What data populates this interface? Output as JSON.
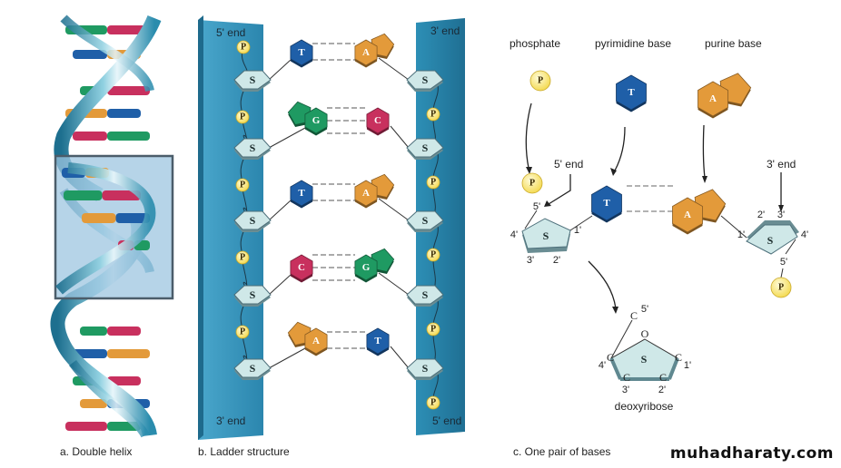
{
  "colors": {
    "strand": "#2f8db5",
    "strand_dark": "#1f6f93",
    "sugar": "#cfe8e8",
    "sugar_edge": "#4d6f7a",
    "phosphate": "#fbe97a",
    "thymine": "#1f5fa8",
    "adenine": "#e39a3a",
    "guanine": "#1f9a62",
    "cytosine": "#c8305e",
    "highlight_box": "#9ec6e0"
  },
  "panel_a": {
    "caption": "a. Double helix"
  },
  "panel_b": {
    "caption": "b. Ladder structure",
    "left_strand": {
      "top_label": "5' end",
      "bottom_label": "3' end"
    },
    "right_strand": {
      "top_label": "3' end",
      "bottom_label": "5' end"
    },
    "sugar_label": "S",
    "phosphate_label": "P",
    "pairs": [
      {
        "left": "T",
        "right": "A"
      },
      {
        "left": "G",
        "right": "C"
      },
      {
        "left": "T",
        "right": "A"
      },
      {
        "left": "C",
        "right": "G"
      },
      {
        "left": "A",
        "right": "T"
      }
    ]
  },
  "panel_c": {
    "caption": "c. One pair of bases",
    "legend": {
      "phosphate": "phosphate",
      "pyrimidine": "pyrimidine base",
      "purine": "purine base"
    },
    "legend_symbols": {
      "phosphate": "P",
      "pyrimidine": "T",
      "purine": "A"
    },
    "left_end_label": "5' end",
    "right_end_label": "3' end",
    "pair": {
      "left": "T",
      "right": "A"
    },
    "left_sugar": {
      "label": "S",
      "positions": [
        "5'",
        "4'",
        "1'",
        "3'",
        "2'"
      ]
    },
    "right_sugar": {
      "label": "S",
      "positions": [
        "2'",
        "3'",
        "1'",
        "4'",
        "5'"
      ]
    },
    "phosphate_label": "P",
    "deoxyribose": {
      "name": "deoxyribose",
      "ring_label": "S",
      "oxygen": "O",
      "carbon": "C",
      "positions": [
        "5'",
        "4'",
        "1'",
        "3'",
        "2'"
      ]
    }
  },
  "watermark": "muhadharaty.com"
}
